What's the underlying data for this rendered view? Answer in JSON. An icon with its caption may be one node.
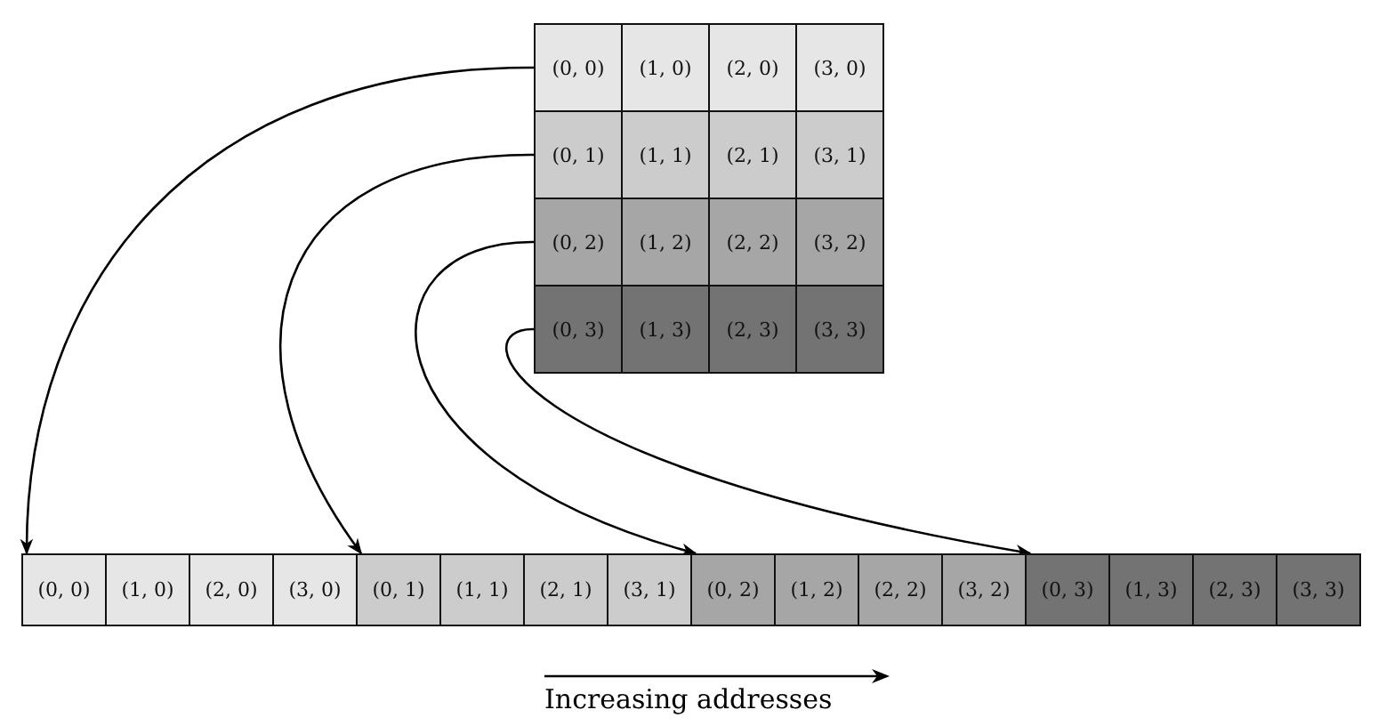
{
  "diagram": {
    "nodes": [
      {
        "text": [
          "(0, 0)"
        ]
      },
      {
        "text": [
          "(1, 0)"
        ]
      },
      {
        "text": [
          "(2, 0)"
        ]
      },
      {
        "text": [
          "(3, 0)"
        ]
      },
      {
        "text": [
          "(0, 1)"
        ]
      },
      {
        "text": [
          "(1, 1)"
        ]
      },
      {
        "text": [
          "(2, 1)"
        ]
      },
      {
        "text": [
          "(3, 1)"
        ]
      },
      {
        "text": [
          "(0, 2)"
        ]
      },
      {
        "text": [
          "(1, 2)"
        ]
      },
      {
        "text": [
          "(2, 2)"
        ]
      },
      {
        "text": [
          "(3, 2)"
        ]
      },
      {
        "text": [
          "(0, 3)"
        ]
      },
      {
        "text": [
          "(1, 3)"
        ]
      },
      {
        "text": [
          "(2, 3)"
        ]
      },
      {
        "text": [
          "(3, 3)"
        ]
      },
      {
        "text": [
          "(0, 0)"
        ]
      },
      {
        "text": [
          "(1, 0)"
        ]
      },
      {
        "text": [
          "(2, 0)"
        ]
      },
      {
        "text": [
          "(3, 0)"
        ]
      },
      {
        "text": [
          "(0, 1)"
        ]
      },
      {
        "text": [
          "(1, 1)"
        ]
      },
      {
        "text": [
          "(2, 1)"
        ]
      },
      {
        "text": [
          "(3, 1)"
        ]
      },
      {
        "text": [
          "(0, 2)"
        ]
      },
      {
        "text": [
          "(1, 2)"
        ]
      },
      {
        "text": [
          "(2, 2)"
        ]
      },
      {
        "text": [
          "(3, 2)"
        ]
      },
      {
        "text": [
          "(0, 3)"
        ]
      },
      {
        "text": [
          "(1, 3)"
        ]
      },
      {
        "text": [
          "(2, 3)"
        ]
      },
      {
        "text": [
          "(3, 3)"
        ]
      }
    ],
    "edges": [
      {
        "from": 0,
        "to": 16,
        "arrow": "to"
      },
      {
        "from": 4,
        "to": 20,
        "arrow": "to"
      },
      {
        "from": 8,
        "to": 24,
        "arrow": "to"
      },
      {
        "from": 12,
        "to": 28,
        "arrow": "to"
      }
    ],
    "labels": [
      "Increasing addresses"
    ]
  }
}
